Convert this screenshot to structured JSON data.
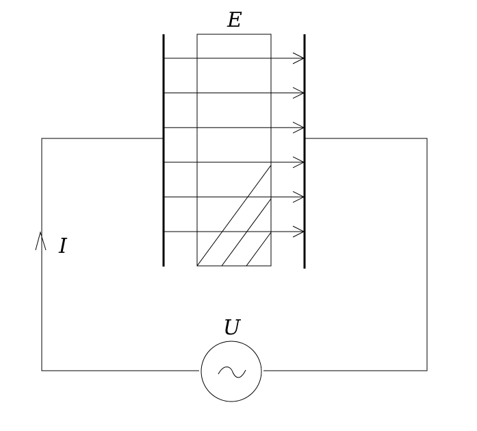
{
  "labels": {
    "field": "E",
    "current": "I",
    "voltage": "U"
  },
  "components": {
    "field_arrow_count": 6,
    "source_symbol": "ac-source-icon"
  },
  "colors": {
    "stroke": "#000000",
    "background": "#ffffff"
  }
}
